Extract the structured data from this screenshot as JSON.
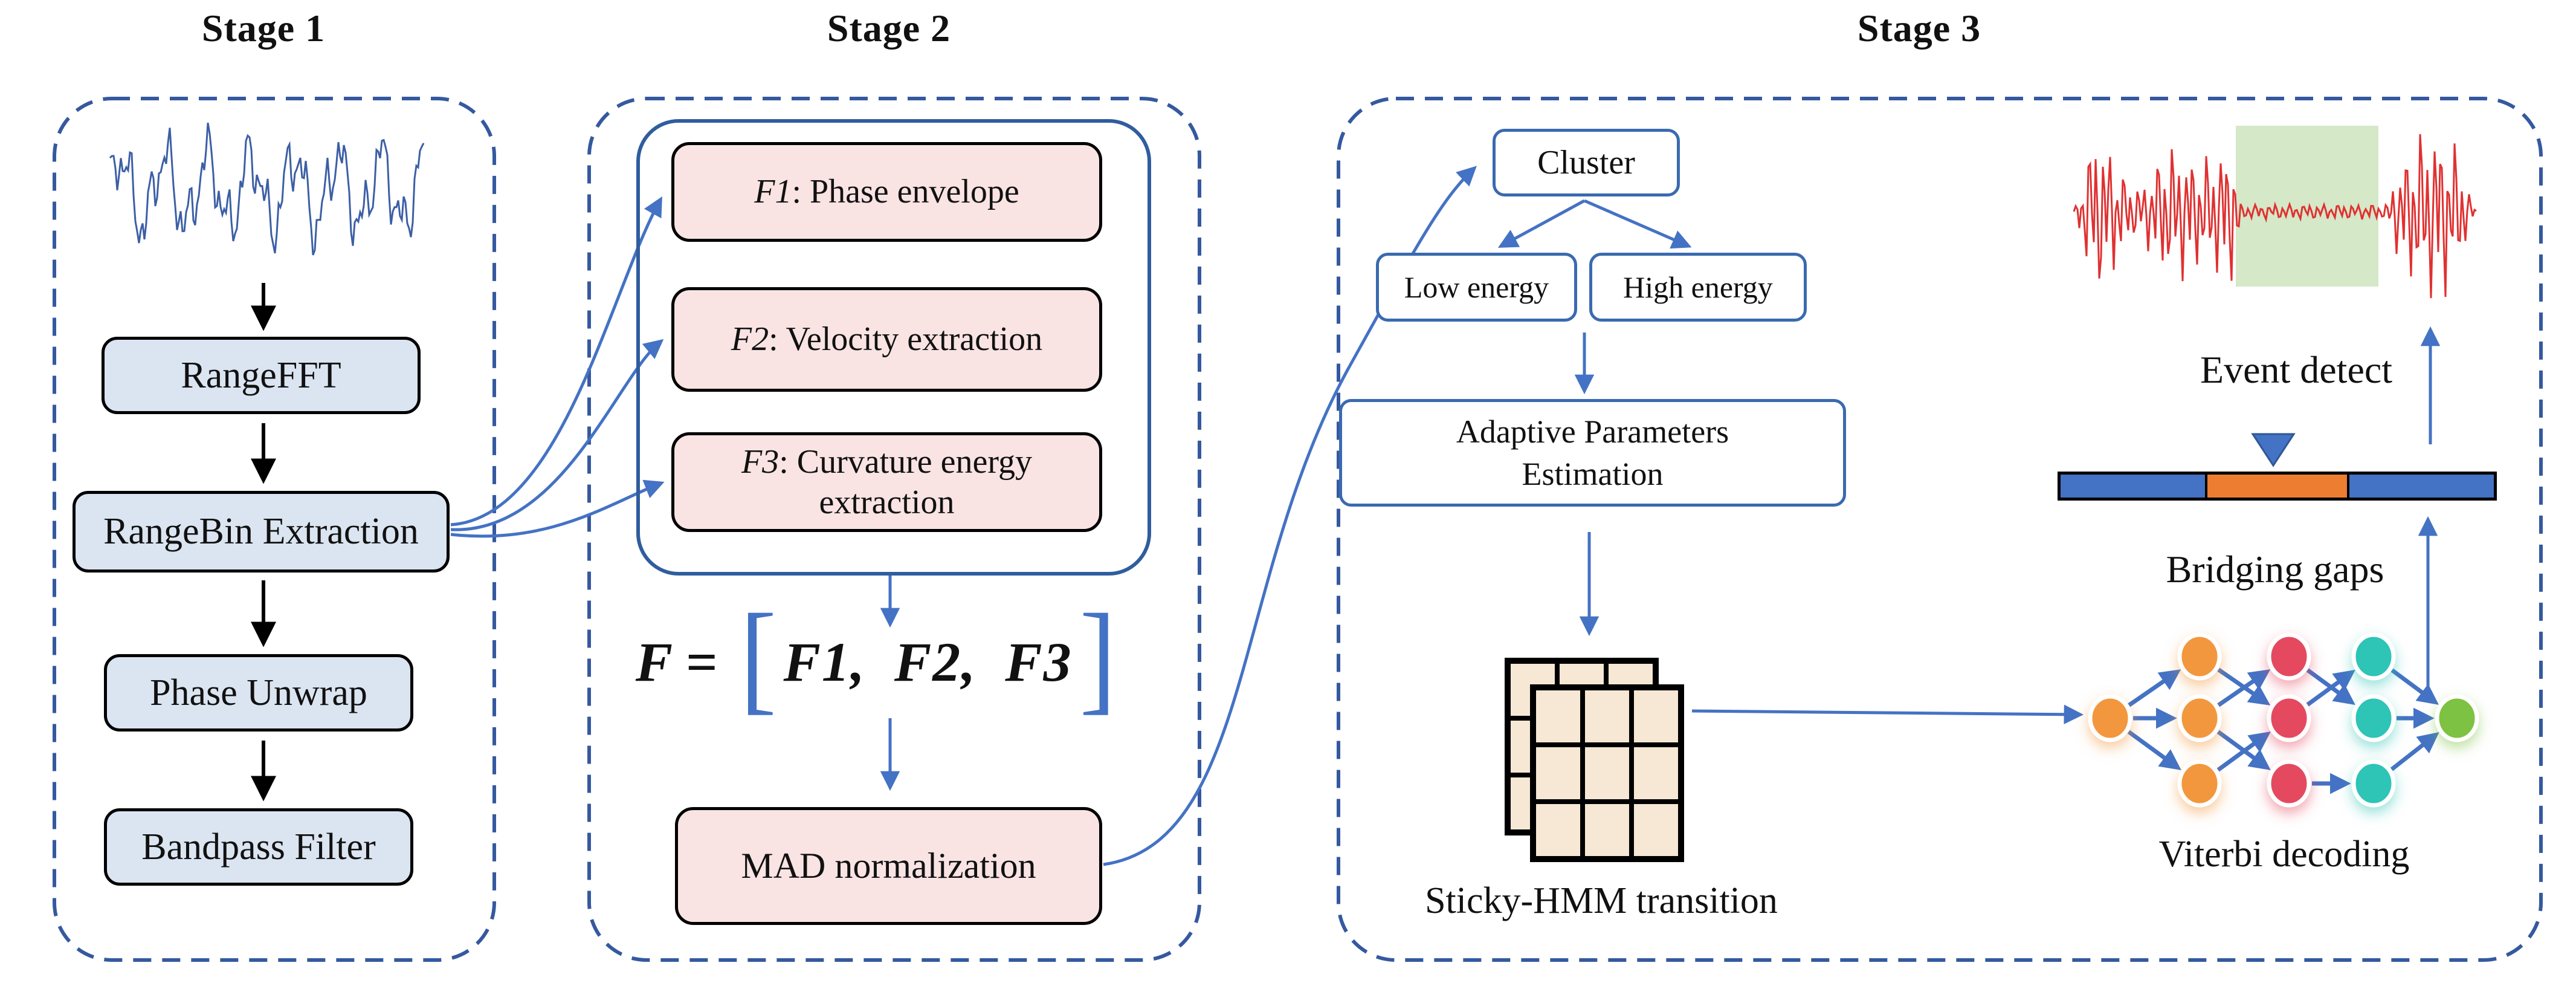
{
  "stages": [
    {
      "title": "Stage 1"
    },
    {
      "title": "Stage 2"
    },
    {
      "title": "Stage 3"
    }
  ],
  "stage1": {
    "boxes": [
      {
        "label": "RangeFFT"
      },
      {
        "label": "RangeBin Extraction"
      },
      {
        "label": "Phase Unwrap"
      },
      {
        "label": "Bandpass Filter"
      }
    ]
  },
  "stage2": {
    "features": [
      {
        "prefix": "F1",
        "label": ": Phase envelope"
      },
      {
        "prefix": "F2",
        "label": ": Velocity extraction"
      },
      {
        "prefix": "F3",
        "label": ": Curvature energy extraction"
      }
    ],
    "formula": {
      "lhs": "F =",
      "open_bracket": "[",
      "body": "F1, F2, F3",
      "close_bracket": "]"
    },
    "mad_label": "MAD normalization"
  },
  "stage3": {
    "cluster_label": "Cluster",
    "low_label": "Low energy",
    "high_label": "High energy",
    "adaptive_line1": "Adaptive Parameters",
    "adaptive_line2": "Estimation",
    "hmm_label": "Sticky-HMM transition",
    "viterbi_label": "Viterbi decoding",
    "bridging_label": "Bridging gaps",
    "event_label": "Event detect"
  },
  "icons": [
    {
      "name": "input-waveform",
      "meaning": "raw radar signal trace"
    },
    {
      "name": "hmm-matrix",
      "meaning": "stacked 3x3 transition matrices"
    },
    {
      "name": "viterbi-network",
      "meaning": "trellis of state nodes"
    },
    {
      "name": "gap-pointer-triangle",
      "meaning": "marker pointing at bridged gap"
    },
    {
      "name": "output-waveform",
      "meaning": "detected event signal with highlighted gap"
    }
  ],
  "colors": {
    "text": "#111111",
    "dash_border": "#35599f",
    "inner_border": "#2f5d9e",
    "blue_box_border": "#3a6ab0",
    "arrow_blue": "#4472c4",
    "arrow_black": "#000000",
    "stage1_box_fill": "#dbe5f1",
    "pink_box_fill": "#f9e3e3",
    "grid_fill": "#f6e8d4",
    "bar_blue": "#4472c4",
    "bar_orange": "#ed7d31",
    "node_orange": "#f2973c",
    "node_red": "#e54860",
    "node_teal": "#2ec4b6",
    "node_green": "#7dc243",
    "wave_navy": "#3c5fa5",
    "wave_red": "#e03131",
    "event_highlight": "#d5e8c8"
  }
}
